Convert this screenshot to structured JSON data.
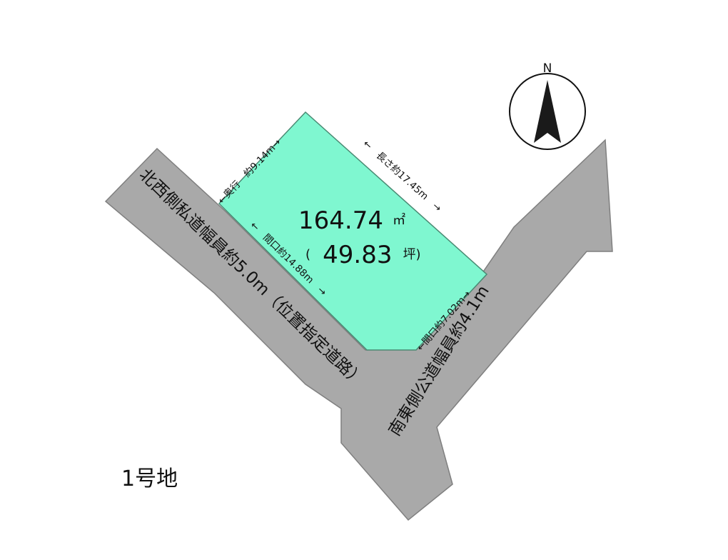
{
  "lot_number": "1号地",
  "north": {
    "letter": "N"
  },
  "area": {
    "sqm_value": "164.74",
    "sqm_unit": "㎡",
    "paren_open": "(",
    "tsubo_value": "49.83",
    "tsubo_unit": "坪)"
  },
  "dimensions": {
    "depth_short": "←奥行　約9.14m→",
    "length_long": "←　長さ約17.45m　→",
    "frontage_nw": "←　間口約14.88m　→",
    "frontage_se": "←間口約7.02m→"
  },
  "roads": {
    "northwest": "北西側私道幅員約5.0m（位置指定道路）",
    "southeast": "南東側公道幅員約4.1m"
  },
  "colors": {
    "lot_fill": "#7ff7d0",
    "road_fill": "#a9a9a9"
  }
}
